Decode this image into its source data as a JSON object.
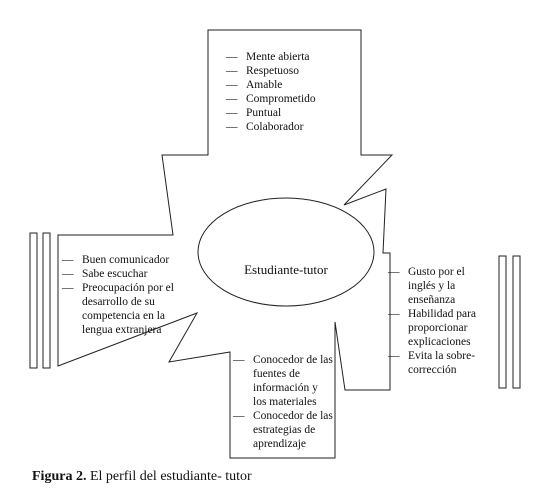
{
  "diagram": {
    "center_label": "Estudiante-tutor",
    "top_items": [
      "Mente abierta",
      "Respetuoso",
      "Amable",
      "Comprometido",
      "Puntual",
      "Colaborador"
    ],
    "left_items": [
      "Buen comunicador",
      "Sabe escuchar",
      "Preocupación por el desarrollo de su competencia en la lengua extranjera"
    ],
    "bottom_items": [
      "Conocedor de las fuentes de información y los materiales",
      "Conocedor de las estrategias de aprendizaje"
    ],
    "right_items": [
      "Gusto por el inglés y la enseñanza",
      "Habilidad para proporcionar explicaciones",
      "Evita la sobre-corrección"
    ]
  },
  "caption": {
    "label": "Figura 2.",
    "text": "El perfil del estudiante- tutor"
  }
}
